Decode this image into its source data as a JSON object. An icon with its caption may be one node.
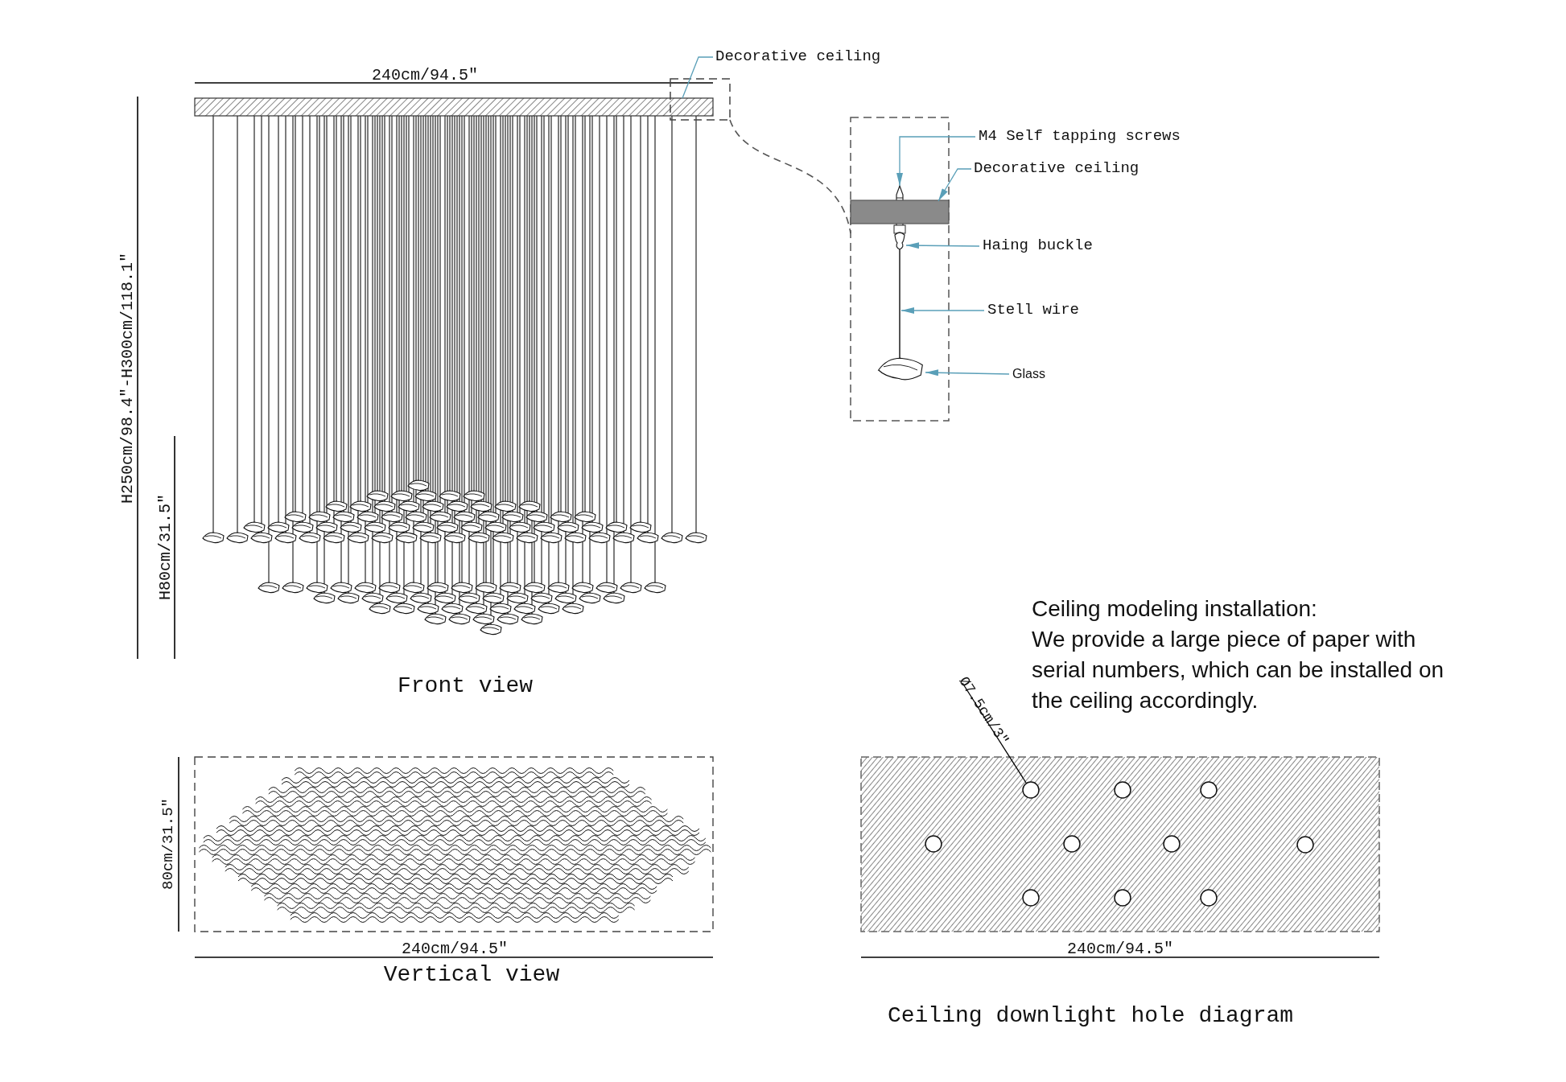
{
  "diagram": {
    "nodes": [
      {
        "text": [
          "Decorative ceiling"
        ]
      },
      {
        "text": [],
        "shape": "bar"
      },
      {
        "text": [],
        "shape": "box"
      },
      {
        "text": [],
        "shape": "box"
      },
      {
        "text": [
          "M4 Self tapping screws"
        ]
      },
      {
        "text": [],
        "shape": "picture",
        "in": 3
      },
      {
        "text": [
          "Decorative ceiling"
        ]
      },
      {
        "text": [],
        "shape": "bar",
        "in": 3
      },
      {
        "text": [
          "Haing buckle"
        ]
      },
      {
        "text": [],
        "shape": "picture",
        "in": 3
      },
      {
        "text": [
          "Stell wire"
        ]
      },
      {
        "text": [],
        "shape": "line",
        "in": 3
      },
      {
        "text": [
          "Glass"
        ]
      },
      {
        "text": [],
        "shape": "picture",
        "in": 3
      },
      {
        "text": [],
        "shape": "box"
      },
      {
        "text": [],
        "shape": "circle",
        "in": 14
      },
      {
        "text": [],
        "shape": "circle",
        "in": 14
      },
      {
        "text": [],
        "shape": "circle",
        "in": 14
      },
      {
        "text": [],
        "shape": "circle",
        "in": 14
      },
      {
        "text": [],
        "shape": "circle",
        "in": 14
      },
      {
        "text": [],
        "shape": "circle",
        "in": 14
      },
      {
        "text": [],
        "shape": "circle",
        "in": 14
      },
      {
        "text": [],
        "shape": "circle",
        "in": 14
      },
      {
        "text": [],
        "shape": "circle",
        "in": 14
      },
      {
        "text": [],
        "shape": "circle",
        "in": 14
      },
      {
        "text": [
          "Ø7.5cm/3″"
        ]
      }
    ],
    "edges": [
      {
        "from": 0,
        "to": 1,
        "arrow": "none"
      },
      {
        "from": 2,
        "to": 3,
        "arrow": "none",
        "style": "dashed",
        "color": "#555555"
      },
      {
        "from": 4,
        "to": 5,
        "arrow": "to"
      },
      {
        "from": 6,
        "to": 7,
        "arrow": "to"
      },
      {
        "from": 8,
        "to": 9,
        "arrow": "to"
      },
      {
        "from": 10,
        "to": 11,
        "arrow": "to"
      },
      {
        "from": 12,
        "to": 13,
        "arrow": "to"
      },
      {
        "from": 25,
        "to": 15,
        "arrow": "none",
        "color": "#000000"
      }
    ],
    "labels": [
      "240cm/94.5″",
      "H250cm/98.4″-H300cm/118.1″",
      "H80cm/31.5″",
      "Front view",
      "80cm/31.5″",
      "240cm/94.5″",
      "Vertical view",
      "Ceiling modeling installation:",
      "We provide a large piece of paper with serial numbers, which can be installed on the ceiling accordingly.",
      "240cm/94.5″",
      "Ceiling downlight hole diagram"
    ]
  }
}
